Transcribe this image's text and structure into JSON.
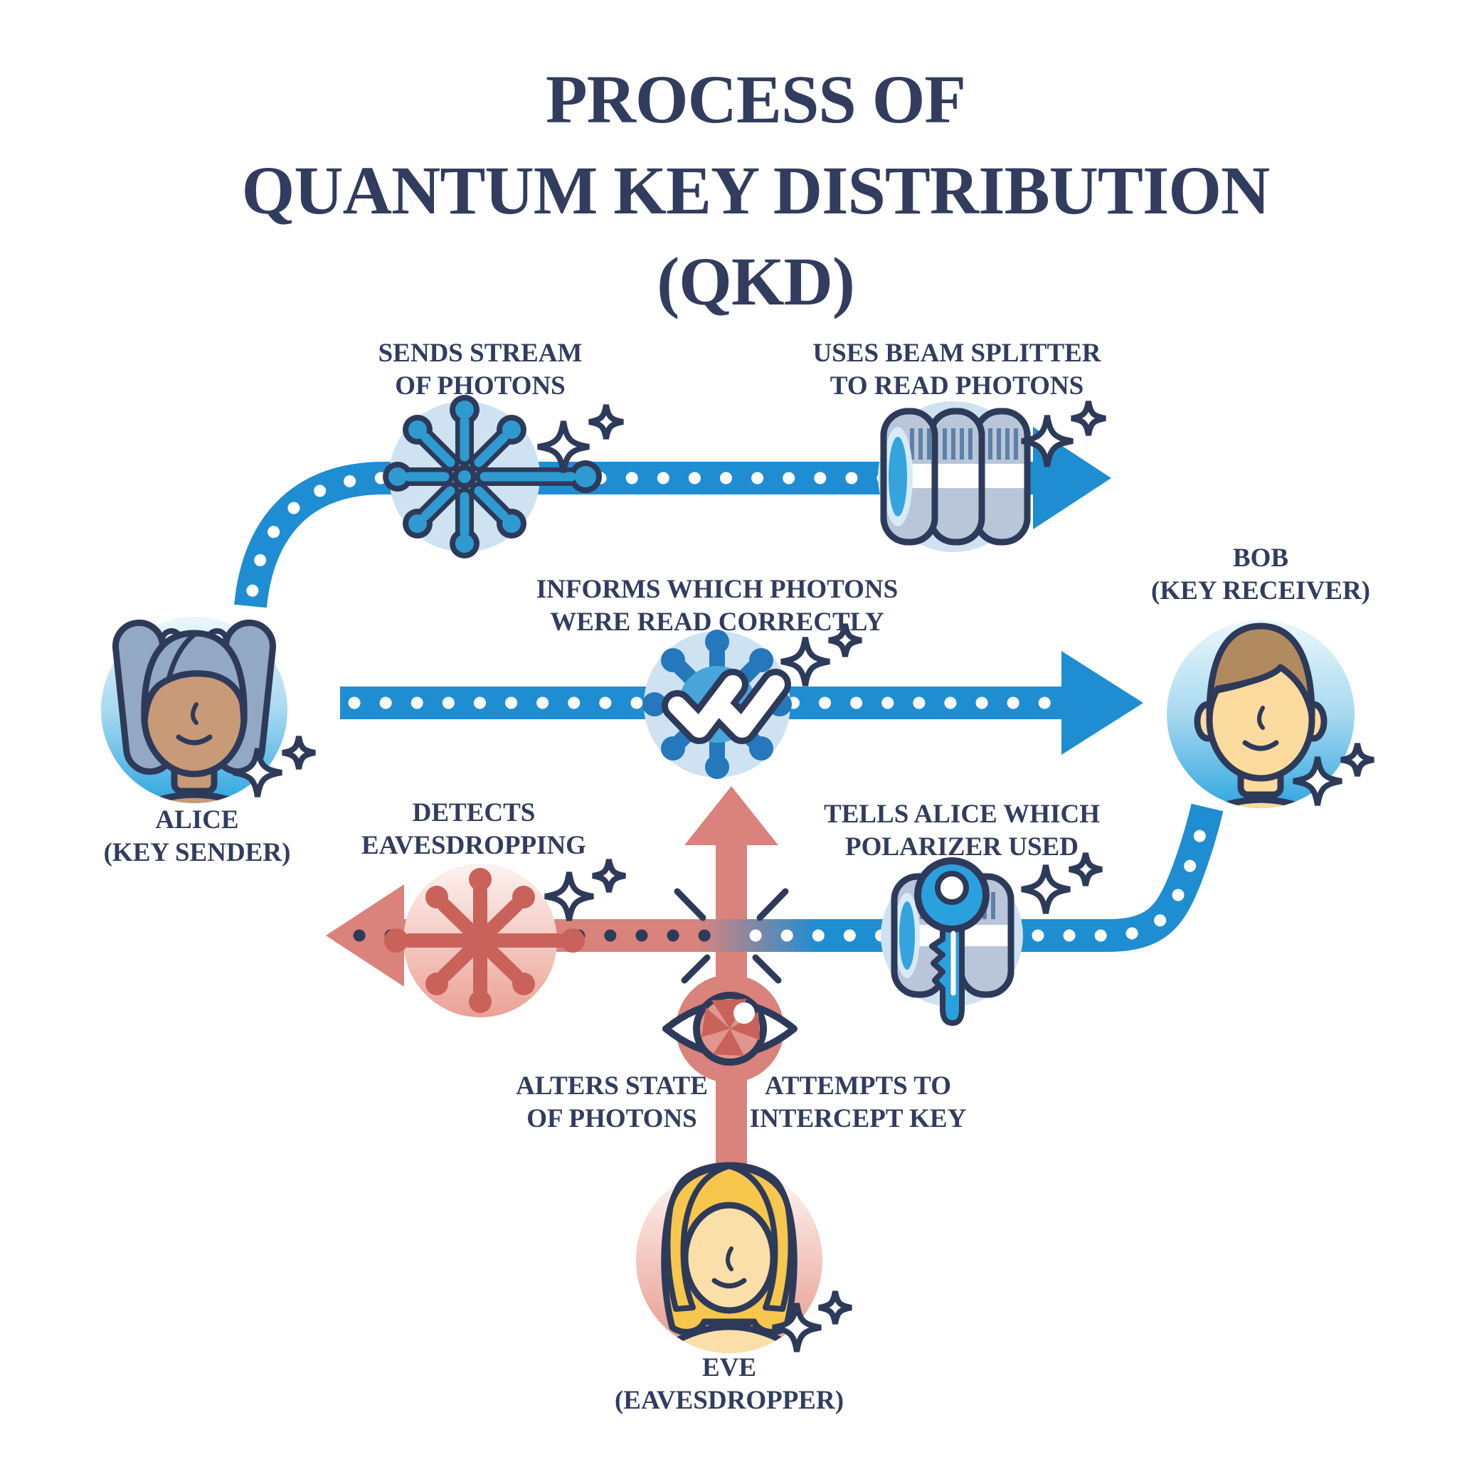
{
  "title": {
    "line1": "PROCESS OF",
    "line2": "QUANTUM KEY DISTRIBUTION",
    "line3": "(QKD)"
  },
  "actors": {
    "alice": {
      "name": "ALICE",
      "role": "(KEY SENDER)"
    },
    "bob": {
      "name": "BOB",
      "role": "(KEY RECEIVER)"
    },
    "eve": {
      "name": "EVE",
      "role": "(EAVESDROPPER)"
    }
  },
  "steps": {
    "sends_stream": {
      "line1": "SENDS STREAM",
      "line2": "OF PHOTONS",
      "icon": "photon-burst-icon"
    },
    "beam_splitter": {
      "line1": "USES BEAM SPLITTER",
      "line2": "TO READ PHOTONS",
      "icon": "beam-splitter-icon"
    },
    "informs": {
      "line1": "INFORMS WHICH PHOTONS",
      "line2": "WERE READ CORRECTLY",
      "icon": "photon-check-icon"
    },
    "detects": {
      "line1": "DETECTS",
      "line2": "EAVESDROPPING",
      "icon": "photon-burst-red-icon"
    },
    "tells_polarizer": {
      "line1": "TELLS ALICE WHICH",
      "line2": "POLARIZER USED",
      "icon": "key-polarizer-icon"
    },
    "alters_state": {
      "line1": "ALTERS STATE",
      "line2": "OF PHOTONS"
    },
    "attempts_intercept": {
      "line1": "ATTEMPTS TO",
      "line2": "INTERCEPT KEY",
      "icon": "eye-icon"
    }
  },
  "colors": {
    "text_navy": "#323c5e",
    "outline_navy": "#2e3a5a",
    "band_blue": "#1f8dd2",
    "icon_blue": "#2f9ad0",
    "accent_blue": "#2aa1de",
    "circle_light_blue": "#cfe2f1",
    "band_salmon": "#d9837c",
    "icon_red": "#c9625a",
    "hair_alice": "#93a8c2",
    "hair_bob": "#b28a5f",
    "hair_eve": "#f7c64d",
    "skin_tan": "#c89a77",
    "skin_light": "#fbda9d"
  }
}
